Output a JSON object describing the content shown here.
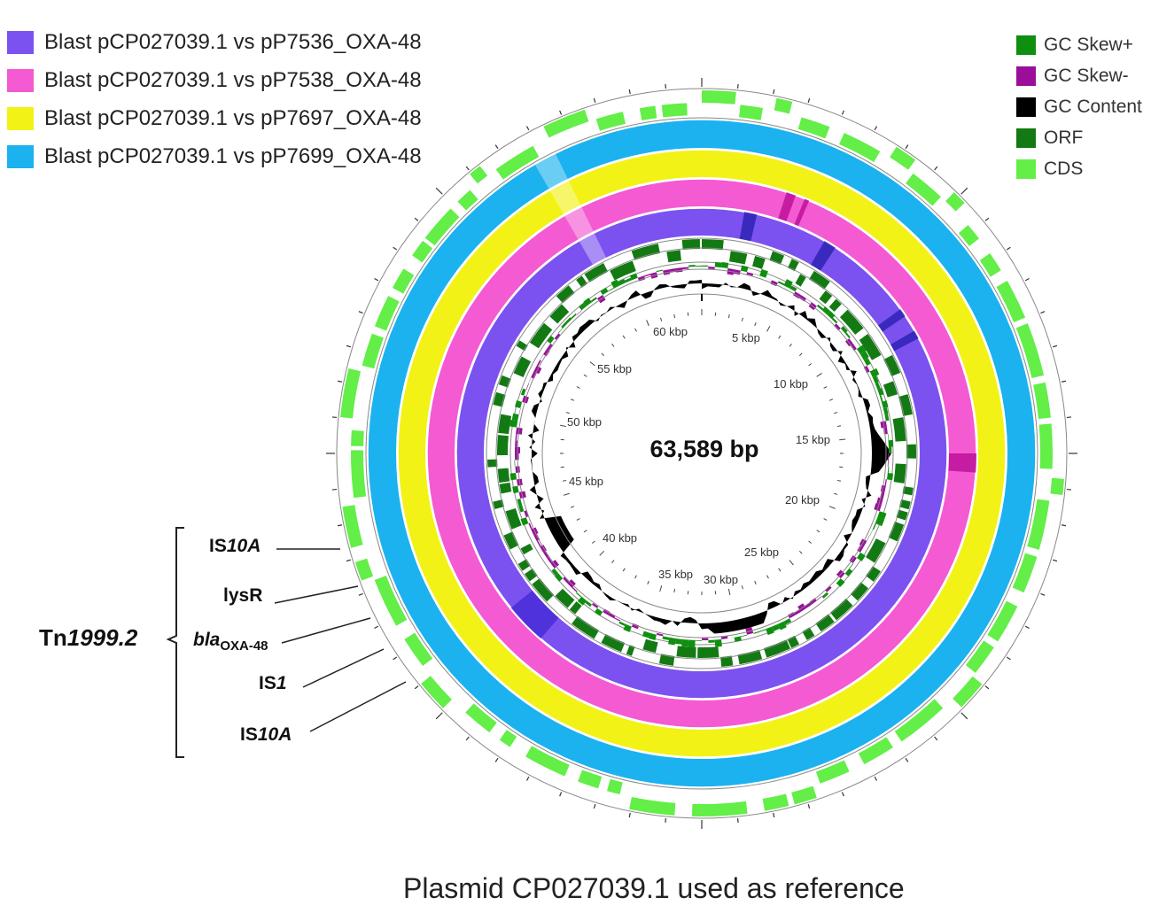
{
  "legend_blast": [
    {
      "label": "Blast pCP027039.1 vs pP7536_OXA-48",
      "color": "#7b52f0"
    },
    {
      "label": "Blast pCP027039.1 vs pP7538_OXA-48",
      "color": "#f45ad2"
    },
    {
      "label": "Blast pCP027039.1 vs pP7697_OXA-48",
      "color": "#f2f217"
    },
    {
      "label": "Blast pCP027039.1 vs pP7699_OXA-48",
      "color": "#1bb2ef"
    }
  ],
  "legend_tracks": [
    {
      "label": "GC Skew+",
      "color": "#0f8f0f"
    },
    {
      "label": "GC Skew-",
      "color": "#9a0e9a"
    },
    {
      "label": "GC Content",
      "color": "#000000"
    },
    {
      "label": "ORF",
      "color": "#137a13"
    },
    {
      "label": "CDS",
      "color": "#63ee48"
    }
  ],
  "plasmid_size": "63,589 bp",
  "kbp_ticks": [
    "5 kbp",
    "10 kbp",
    "15 kbp",
    "20 kbp",
    "25 kbp",
    "30 kbp",
    "35 kbp",
    "40 kbp",
    "45 kbp",
    "50 kbp",
    "55 kbp",
    "60 kbp"
  ],
  "transposon": {
    "prefix": "Tn",
    "name": "1999.2"
  },
  "genes": {
    "is10a_top": {
      "prefix": "IS",
      "name": "10A"
    },
    "lysr": "lysR",
    "bla": {
      "main": "bla",
      "sub": "OXA-48"
    },
    "is1": {
      "prefix": "IS",
      "name": "1"
    },
    "is10a_bottom": {
      "prefix": "IS",
      "name": "10A"
    }
  },
  "caption": "Plasmid CP027039.1 used as reference"
}
